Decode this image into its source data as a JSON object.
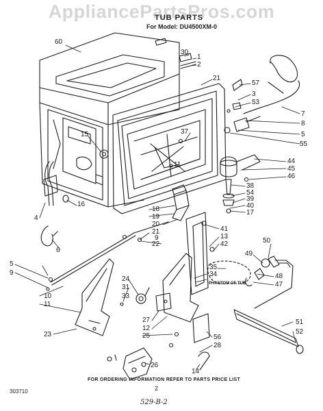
{
  "watermark": "AppliancePartsPros.com",
  "header": {
    "title": "TUB PARTS",
    "model": "For Model: DU4500XM-0"
  },
  "footer": {
    "ordering_note": "FOR ORDERING INFORMATION REFER TO PARTS PRICE LIST",
    "page": "2",
    "code": "303710",
    "handwritten": "529-B-2"
  },
  "phantom_note": "PHANTOM OF TUB",
  "callouts": {
    "c60": "60",
    "c30": "30",
    "c1": "1",
    "c2": "2",
    "c21a": "21",
    "c57": "57",
    "c3": "3",
    "c53": "53",
    "c7": "7",
    "c8": "8",
    "c5a": "5",
    "c55": "55",
    "c15": "15",
    "c37": "37",
    "c44": "44",
    "c45": "45",
    "c46": "46",
    "c11a": "11",
    "c38": "38",
    "c54": "54",
    "c39": "39",
    "c40": "40",
    "c17": "17",
    "c4": "4",
    "c16": "16",
    "c18": "18",
    "c19": "19",
    "c20": "20",
    "c21b": "21",
    "c9a": "9",
    "c22": "22",
    "c41": "41",
    "c13": "13",
    "c42": "42",
    "c6": "6",
    "c50": "50",
    "c5b": "5",
    "c9b": "9",
    "c49": "49",
    "c35": "35",
    "c48": "48",
    "c47": "47",
    "c24": "24",
    "c31": "31",
    "c34": "34",
    "c33": "33",
    "c10": "10",
    "c11b": "11",
    "c27": "27",
    "c12": "12",
    "c51": "51",
    "c52": "52",
    "c23": "23",
    "c25": "25",
    "c56": "56",
    "c28": "28",
    "c26": "26",
    "c14": "14"
  }
}
